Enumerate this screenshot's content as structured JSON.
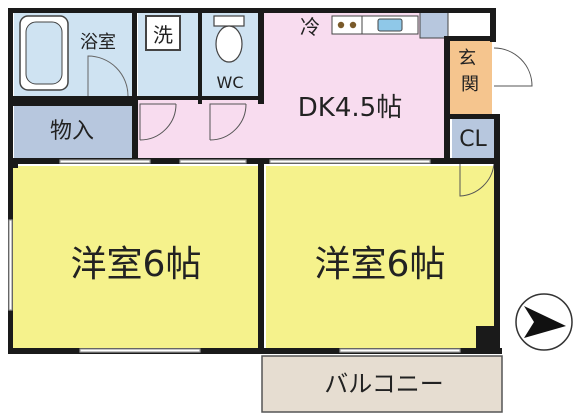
{
  "rooms": {
    "bath": "浴室",
    "washer": "洗",
    "wc": "WC",
    "fridge": "冷",
    "dk": "DK4.5帖",
    "entrance": "玄関",
    "storage": "物入",
    "closet": "CL",
    "western_left": "洋室6帖",
    "western_right": "洋室6帖",
    "balcony": "バルコニー"
  },
  "colors": {
    "wall": "#1a1a1a",
    "western_room": "#f5f28c",
    "dk": "#f8dcef",
    "entrance": "#f5c58e",
    "storage": "#b7c7de",
    "washer": "#cfe3f2",
    "bath": "#cfe3f2",
    "wc": "#cfe3f2",
    "balcony": "#e6ddd1",
    "sink": "#8fc8e8"
  },
  "icons": {
    "compass": "north-arrow-icon",
    "toilet": "toilet-icon",
    "bathtub": "bathtub-icon",
    "stove": "stove-icon",
    "sink": "sink-icon"
  }
}
